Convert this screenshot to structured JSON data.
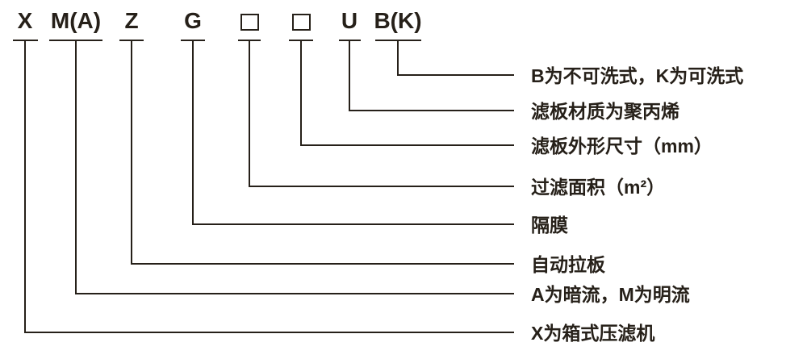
{
  "diagram": {
    "description": "filter-press model code legend",
    "line_color": "#262019",
    "symbols": [
      {
        "text": "X",
        "meaning": "X为箱式压滤机"
      },
      {
        "text": "M(A)",
        "meaning": "A为暗流，M为明流"
      },
      {
        "text": "Z",
        "meaning": "自动拉板"
      },
      {
        "text": "G",
        "meaning": "隔膜"
      },
      {
        "text": "□",
        "meaning": "过滤面积（m²）"
      },
      {
        "text": "□",
        "meaning": "滤板外形尺寸（mm）"
      },
      {
        "text": "U",
        "meaning": "滤板材质为聚丙烯"
      },
      {
        "text": "B(K)",
        "meaning": "B为不可洗式，K为可洗式"
      }
    ]
  }
}
